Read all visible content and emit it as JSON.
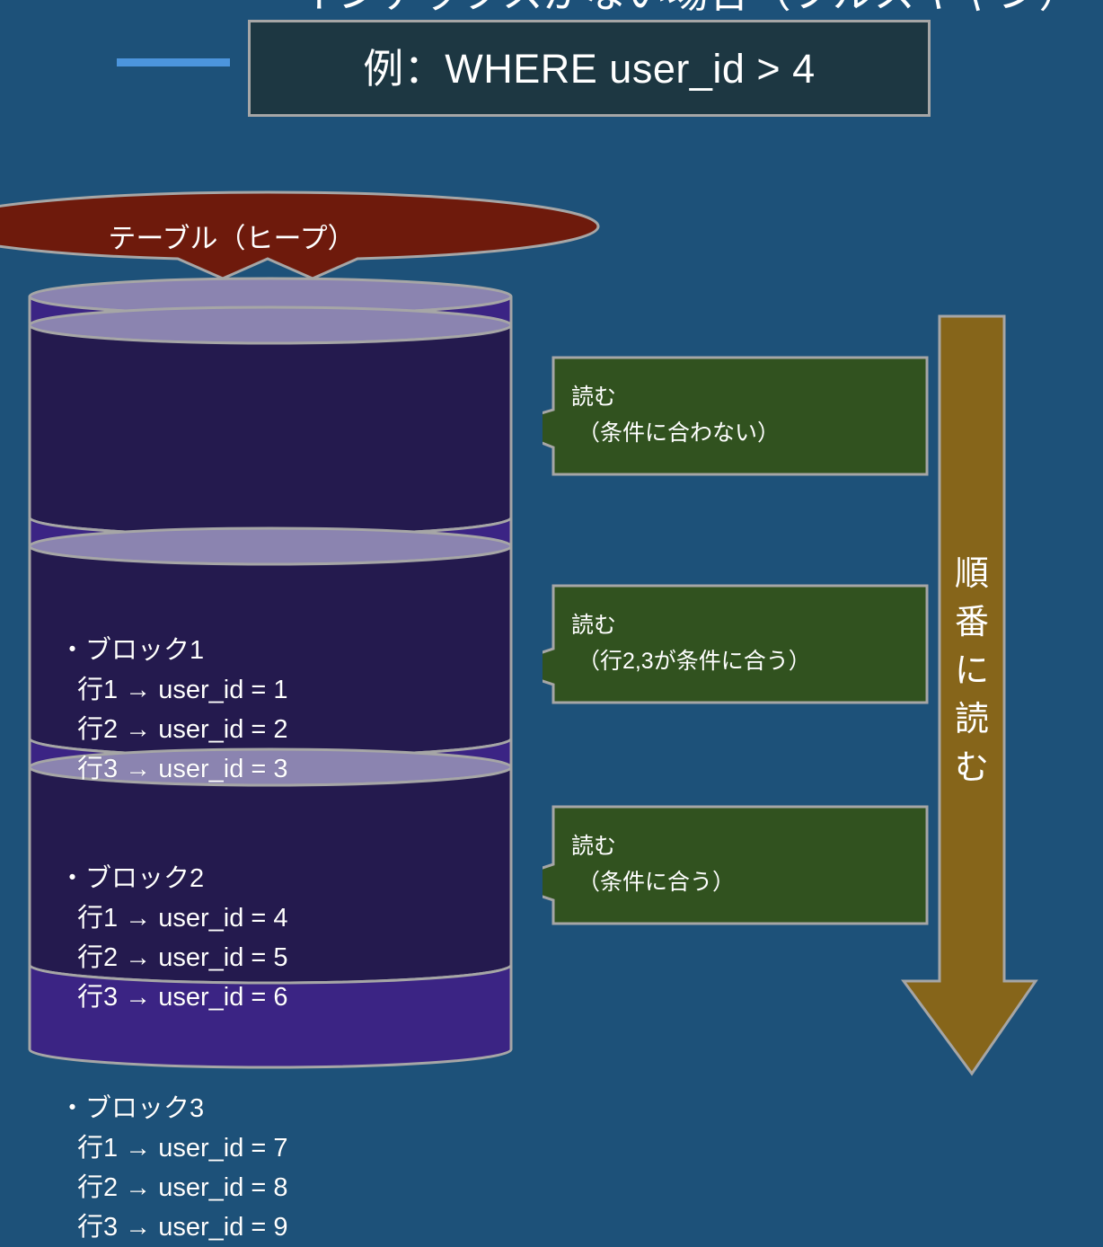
{
  "slide": {
    "background_color": "#1d5179",
    "clipped_heading_fragment": "インデックスがない場合（フルスキャン）",
    "title": {
      "text": "例：WHERE user_id > 4",
      "box_fill": "#1d3742",
      "box_border": "#a6a6a6",
      "bullet_color": "#4c95dd"
    }
  },
  "heap_callout": {
    "label": "テーブル（ヒープ）",
    "fill": "#6e1a0c",
    "border": "#a6a6a6"
  },
  "cylinder": {
    "body_fill": "#241a4e",
    "band_fill": "#3b2484",
    "top_fill": "#8b84b0",
    "edge": "#a6a6a6",
    "blocks": [
      {
        "title": "・ブロック1",
        "rows": [
          "行1 → user_id = 1",
          "行2 → user_id = 2",
          "行3 → user_id = 3"
        ]
      },
      {
        "title": "・ブロック2",
        "rows": [
          "行1 → user_id = 4",
          "行2 → user_id = 5",
          "行3 → user_id = 6"
        ]
      },
      {
        "title": "・ブロック3",
        "rows": [
          "行1 → user_id = 7",
          "行2 → user_id = 8",
          "行3 → user_id = 9"
        ]
      }
    ]
  },
  "callouts": {
    "fill": "#31521f",
    "border": "#a6a6a6",
    "items": [
      {
        "line1": "読む",
        "line2": "（条件に合わない）"
      },
      {
        "line1": "読む",
        "line2": "（行2,3が条件に合う）"
      },
      {
        "line1": "読む",
        "line2": "（条件に合う）"
      }
    ]
  },
  "order_arrow": {
    "fill": "#86651a",
    "border": "#a6a6a6",
    "label_chars": [
      "順",
      "番",
      "に",
      "読",
      "む"
    ],
    "label_text": "順番に読む"
  }
}
